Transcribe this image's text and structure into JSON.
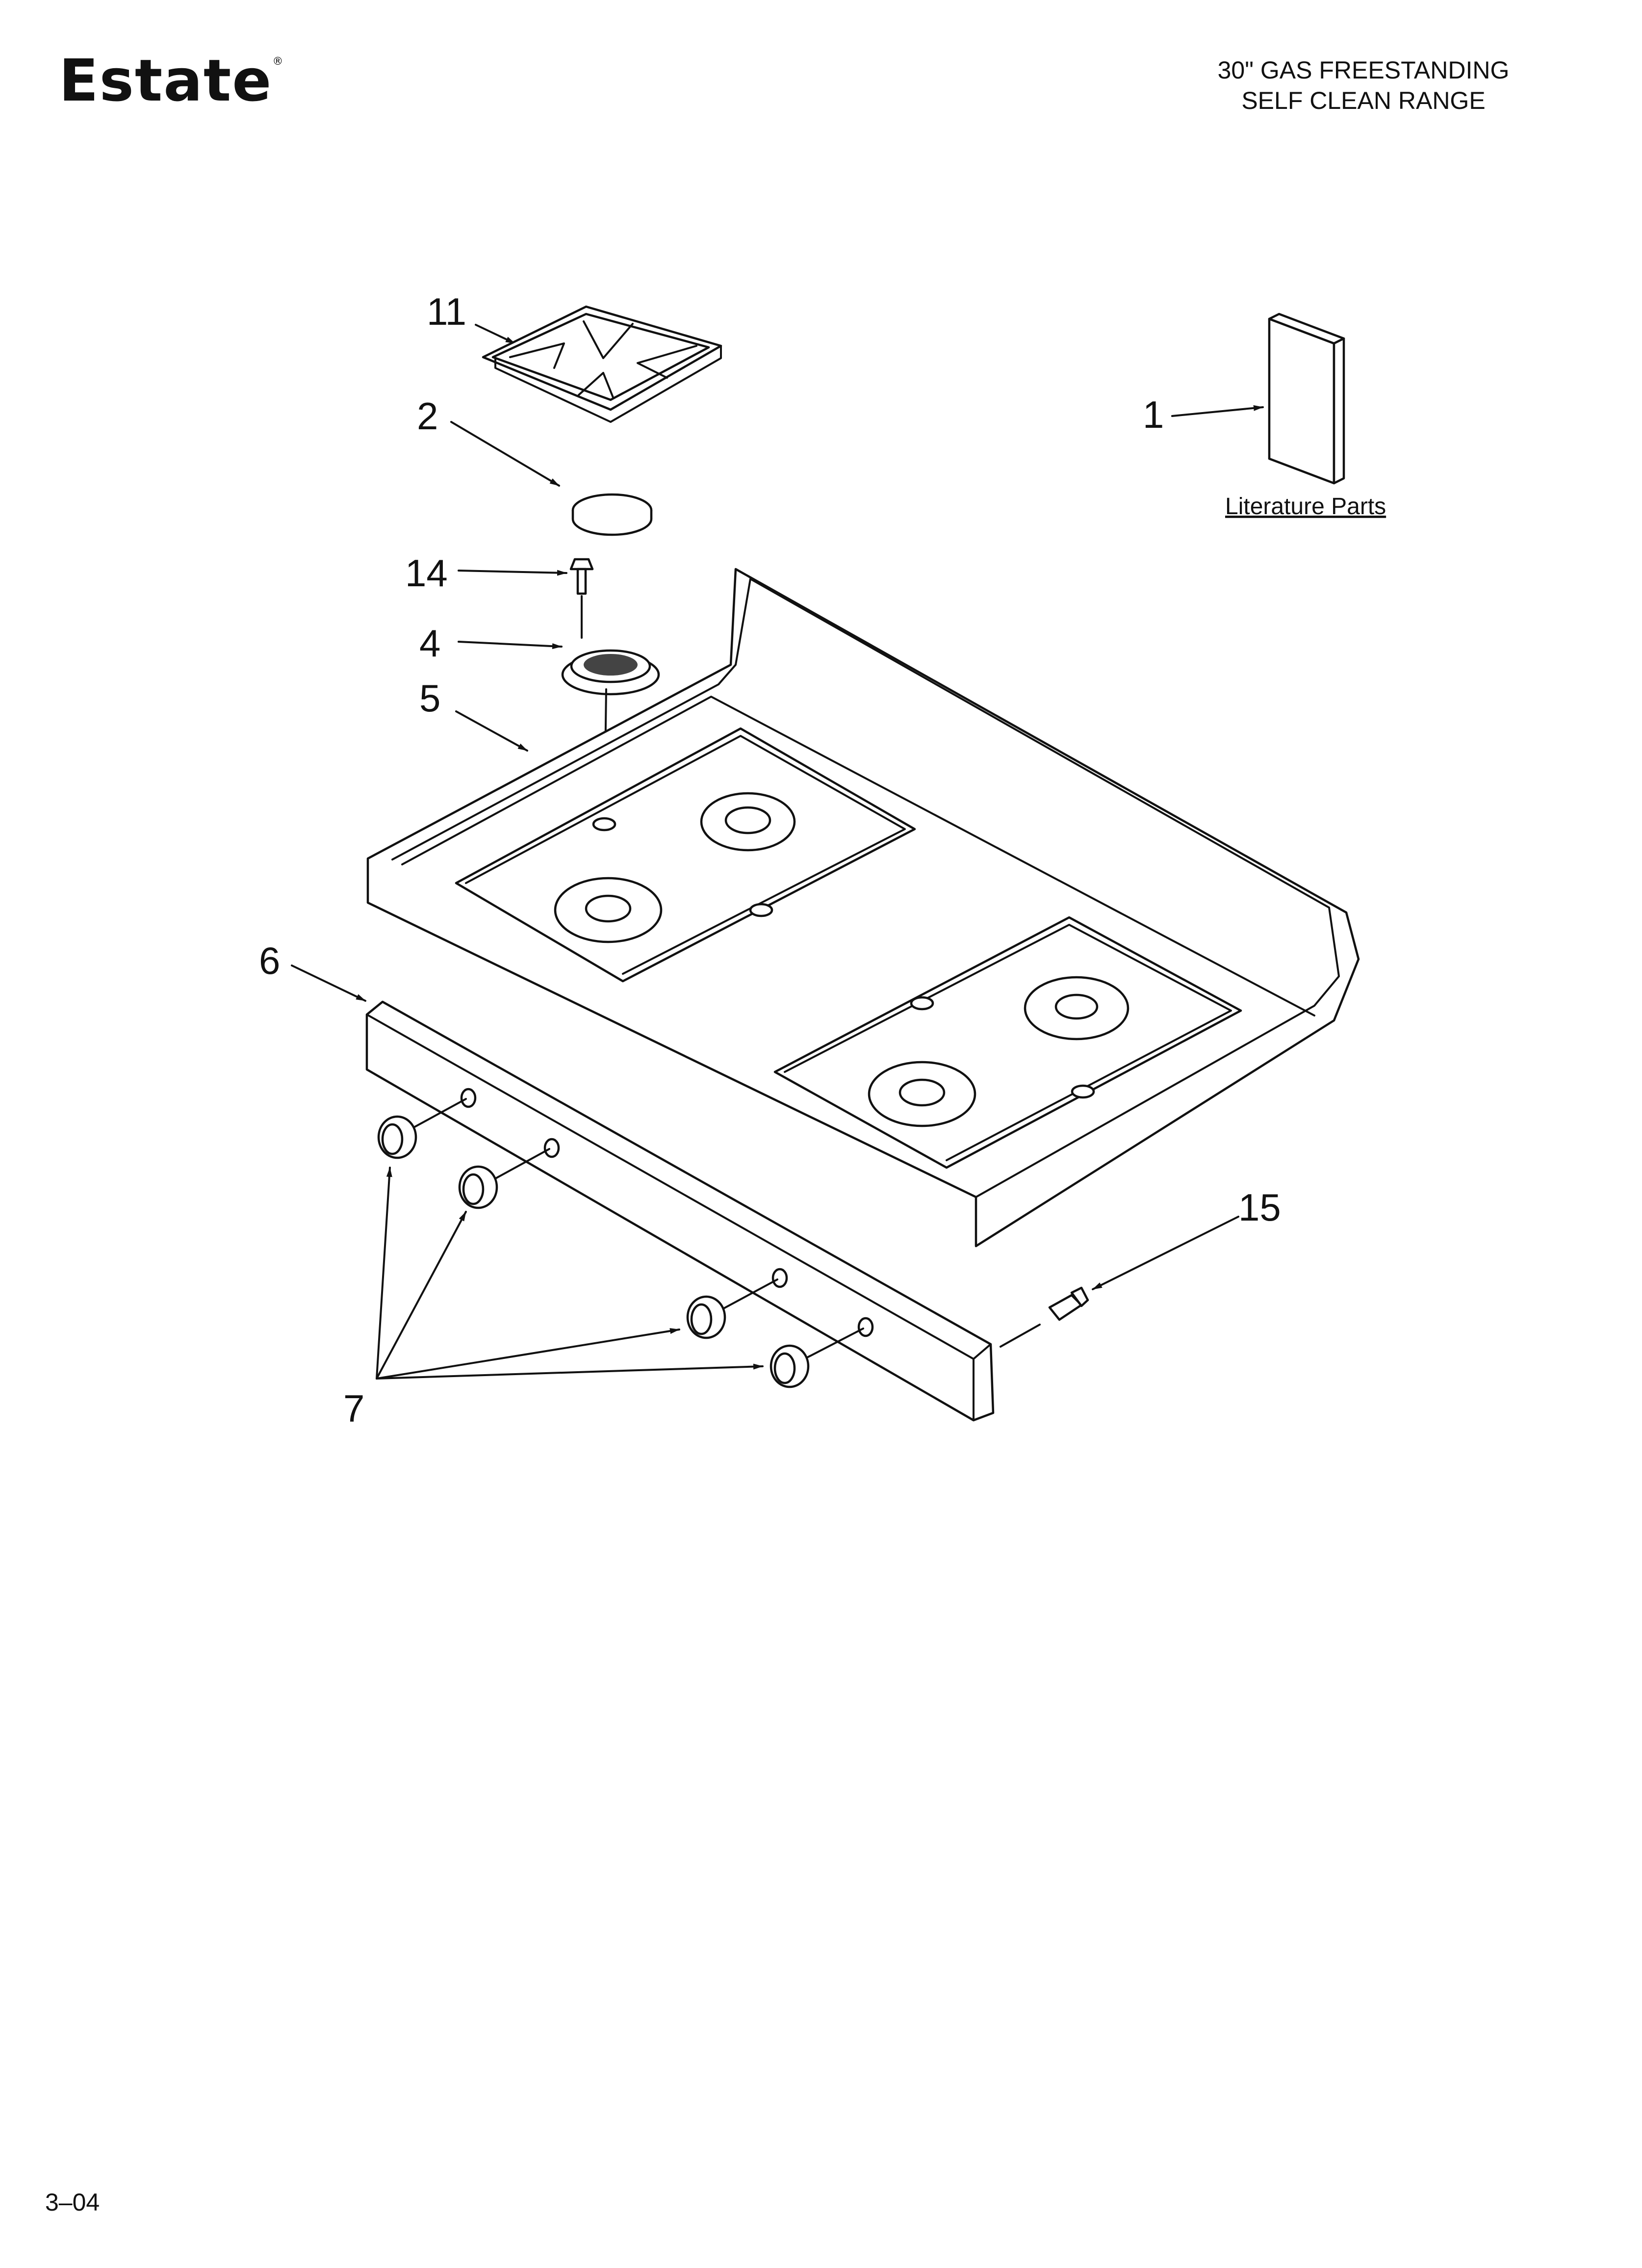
{
  "header": {
    "brand": "Estate",
    "brand_mark": "®",
    "title_line1": "30\" GAS FREESTANDING",
    "title_line2": "SELF CLEAN RANGE"
  },
  "footer": {
    "page_code": "3–04"
  },
  "literature_label": "Literature Parts",
  "callouts": {
    "c11": "11",
    "c2": "2",
    "c14": "14",
    "c4": "4",
    "c5": "5",
    "c6": "6",
    "c7": "7",
    "c15": "15",
    "c1": "1"
  }
}
